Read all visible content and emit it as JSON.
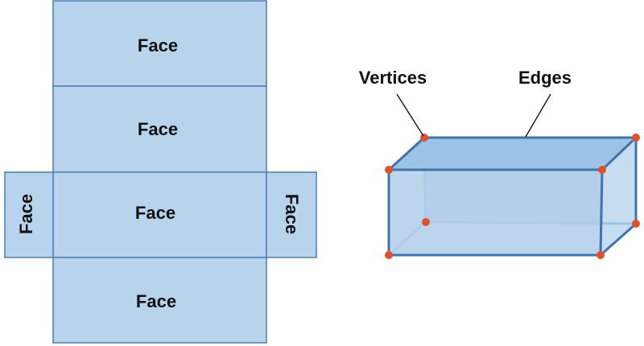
{
  "net": {
    "faces": [
      {
        "label": "Face"
      },
      {
        "label": "Face"
      },
      {
        "label": "Face"
      },
      {
        "label": "Face"
      },
      {
        "label": "Face"
      },
      {
        "label": "Face"
      }
    ]
  },
  "prism": {
    "vertices_label": "Vertices",
    "edges_label": "Edges"
  },
  "colors": {
    "face_fill": "#b8d3ec",
    "face_stroke": "#4a7eb5",
    "top_fill": "#9cc2e5",
    "side_fill": "#c6dcf1",
    "prism_edge": "#3e74ad",
    "hidden_edge": "#9ec3e6",
    "vertex_dot": "#e2502c",
    "leader_line": "#222222"
  }
}
